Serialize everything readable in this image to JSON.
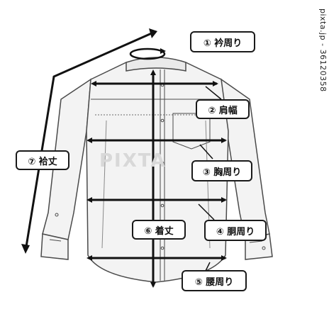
{
  "labels": {
    "collar": "① 衿周り",
    "shoulder": "② 肩幅",
    "chest": "③ 胸周り",
    "waist": "④ 胴周り",
    "hem": "⑤ 腰周り",
    "length": "⑥ 着丈",
    "sleeve": "⑦ 袷丈"
  },
  "watermark": "pixta.jp - 36120358",
  "brand_mark": "PIXTA",
  "colors": {
    "outline": "#4a4a4a",
    "garment_fill": "#f3f3f3",
    "arrow": "#111111",
    "label_border": "#1a1a1a"
  }
}
